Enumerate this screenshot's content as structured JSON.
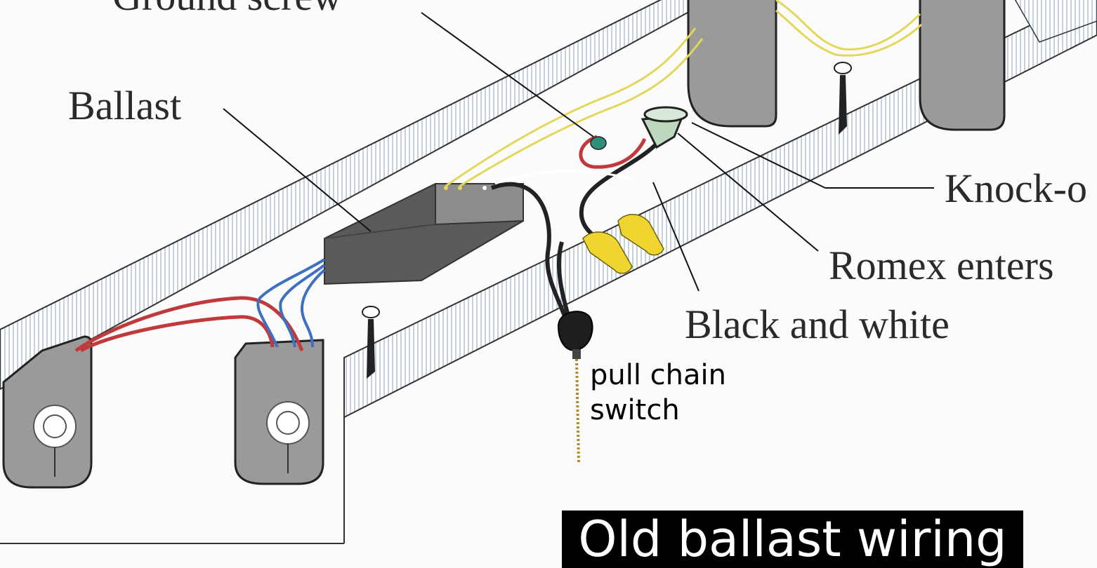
{
  "labels": {
    "ground_screw": "Ground screw",
    "ballast": "Ballast",
    "knock_out": "Knock-o",
    "romex_enters": "Romex enters",
    "black_and_white": "Black and white",
    "pull_chain_line1": "pull chain",
    "pull_chain_line2": "switch"
  },
  "caption": "Old ballast wiring",
  "colors": {
    "background": "#fbfbfb",
    "fixture_hatch": "#9fb3c8",
    "lampholder": "#9a9a9a",
    "ballast_body": "#5a5a5a",
    "ballast_end": "#8c8c8c",
    "wire_red": "#c0393b",
    "wire_blue": "#3f6fc0",
    "wire_yellow": "#e3d75a",
    "wire_black": "#222222",
    "wire_nut": "#f0d530",
    "ground_screw": "#2e8f7a",
    "bushing": "#bcd8bf",
    "pull_chain": "#b08a2a",
    "caption_bg": "#000000",
    "caption_text": "#ffffff"
  }
}
